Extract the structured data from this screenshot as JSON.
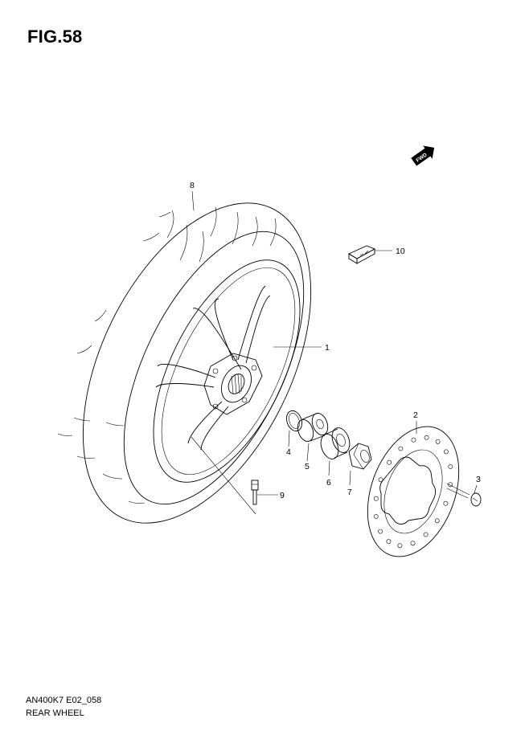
{
  "figure": {
    "title": "FIG.58",
    "code": "AN400K7 E02_058",
    "caption": "REAR WHEEL",
    "direction_badge": "FWD"
  },
  "callouts": [
    {
      "id": "1",
      "part": "wheel"
    },
    {
      "id": "2",
      "part": "brake-disc"
    },
    {
      "id": "3",
      "part": "disc-bolt"
    },
    {
      "id": "4",
      "part": "o-ring"
    },
    {
      "id": "5",
      "part": "spacer"
    },
    {
      "id": "6",
      "part": "collar"
    },
    {
      "id": "7",
      "part": "axle-nut"
    },
    {
      "id": "8",
      "part": "tire"
    },
    {
      "id": "9",
      "part": "valve"
    },
    {
      "id": "10",
      "part": "balancer-weight"
    }
  ]
}
